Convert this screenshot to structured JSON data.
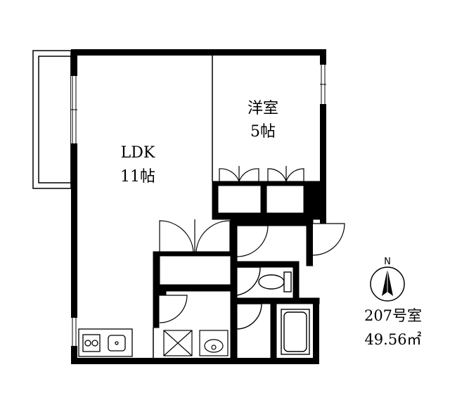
{
  "rooms": {
    "ldk": {
      "name": "LDK",
      "size": "11帖"
    },
    "western": {
      "name": "洋室",
      "size": "5帖"
    }
  },
  "unit": {
    "number": "207号室",
    "area": "49.56㎡"
  },
  "compass": {
    "label": "N"
  }
}
